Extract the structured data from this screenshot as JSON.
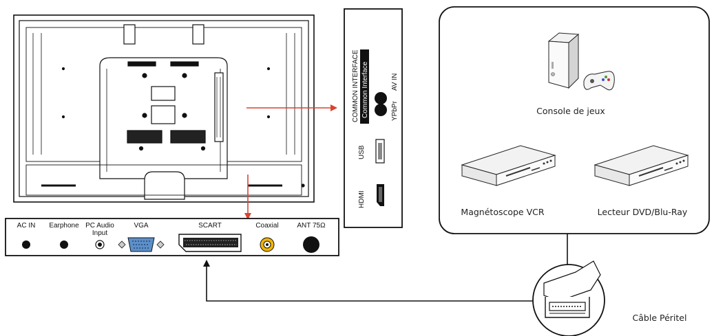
{
  "bottom_panel": {
    "ports": [
      {
        "label": "AC IN"
      },
      {
        "label": "Earphone"
      },
      {
        "label": "PC Audio",
        "label2": "Input"
      },
      {
        "label": "VGA"
      },
      {
        "label": "SCART"
      },
      {
        "label": "Coaxial"
      },
      {
        "label": "ANT 75Ω"
      }
    ]
  },
  "side_panel": {
    "common_interface_title": "COMMON INTERFACE",
    "common_interface_slot": "Common Interface",
    "av_in": "AV IN",
    "ypbpr": "YPbPr",
    "usb": "USB",
    "hdmi": "HDMI"
  },
  "devices": {
    "console": "Console de jeux",
    "vcr": "Magnétoscope VCR",
    "dvd": "Lecteur DVD/Blu-Ray"
  },
  "cable": "Câble Péritel",
  "colors": {
    "arrow": "#d9432f",
    "line": "#111111",
    "coaxial_ring": "#f0b400"
  }
}
